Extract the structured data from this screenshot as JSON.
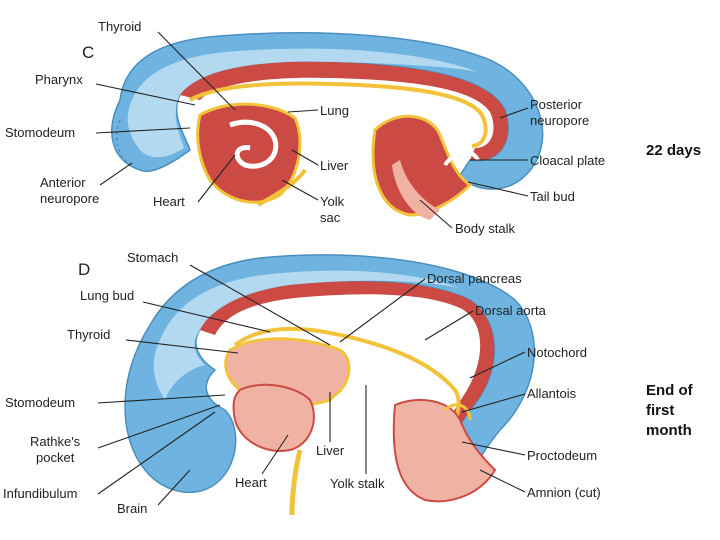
{
  "colors": {
    "ectoderm_blue": "#6fb3e0",
    "ectoderm_light": "#c4e2f5",
    "mesoderm_red": "#cc4a44",
    "endoderm_yellow": "#f2c33a",
    "endoderm_pink": "#f0b3a3",
    "background": "#ffffff"
  },
  "panel_c": {
    "letter": "C",
    "stage": "22 days",
    "labels": {
      "thyroid": "Thyroid",
      "pharynx": "Pharynx",
      "stomodeum": "Stomodeum",
      "anterior_neuropore_1": "Anterior",
      "anterior_neuropore_2": "neuropore",
      "lung": "Lung",
      "liver": "Liver",
      "heart": "Heart",
      "yolk_sac_1": "Yolk",
      "yolk_sac_2": "sac",
      "posterior_neuropore_1": "Posterior",
      "posterior_neuropore_2": "neuropore",
      "cloacal_plate": "Cloacal plate",
      "tail_bud": "Tail bud",
      "body_stalk": "Body stalk"
    }
  },
  "panel_d": {
    "letter": "D",
    "stage_1": "End of",
    "stage_2": "first",
    "stage_3": "month",
    "labels": {
      "stomach": "Stomach",
      "lung_bud": "Lung bud",
      "thyroid": "Thyroid",
      "stomodeum": "Stomodeum",
      "rathkes_pocket_1": "Rathke's",
      "rathkes_pocket_2": "pocket",
      "infundibulum": "Infundibulum",
      "brain": "Brain",
      "heart": "Heart",
      "liver": "Liver",
      "yolk_stalk": "Yolk stalk",
      "dorsal_pancreas": "Dorsal pancreas",
      "dorsal_aorta": "Dorsal aorta",
      "notochord": "Notochord",
      "allantois": "Allantois",
      "proctodeum": "Proctodeum",
      "amnion_cut": "Amnion (cut)"
    }
  }
}
